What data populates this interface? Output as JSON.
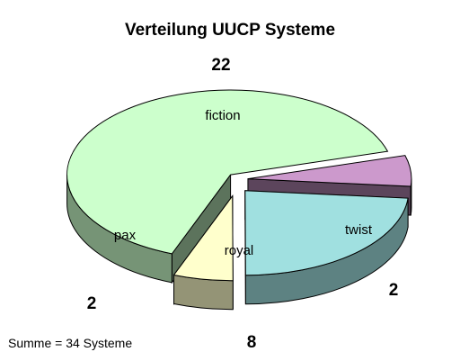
{
  "chart_data": {
    "type": "pie",
    "title": "Verteilung UUCP Systeme",
    "categories": [
      "fiction",
      "twist",
      "royal",
      "pax"
    ],
    "values": [
      22,
      2,
      8,
      2
    ],
    "value_labels": [
      "22",
      "2",
      "8",
      "2"
    ],
    "note": "Summe = 34 Systeme",
    "three_d": true,
    "exploded": true,
    "colors": {
      "fiction": "#ccffcc",
      "twist": "#cc99cc",
      "royal": "#a0e0e0",
      "pax": "#ffffcc"
    }
  }
}
